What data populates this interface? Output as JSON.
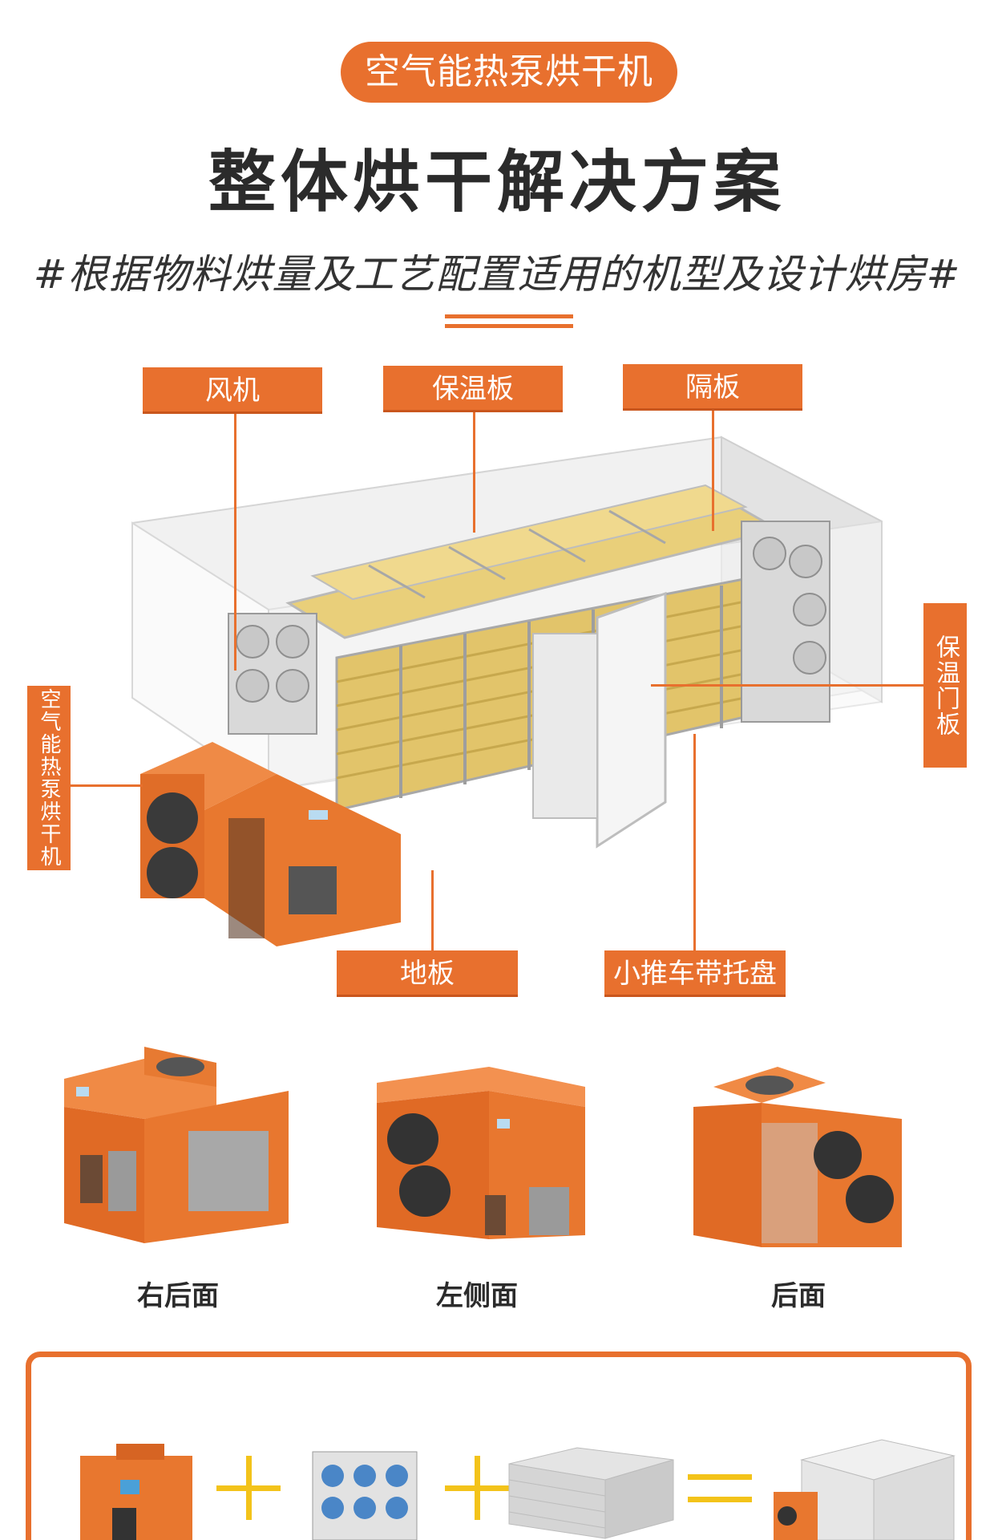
{
  "header": {
    "badge": "空气能热泵烘干机",
    "title": "整体烘干解决方案",
    "subtitle": "#根据物料烘量及工艺配置适用的机型及设计烘房#"
  },
  "labels": {
    "fan": "风机",
    "insulation_board": "保温板",
    "partition": "隔板",
    "insulated_door": "保温门板",
    "heat_pump": "空气能热泵烘干机",
    "floor": "地板",
    "cart": "小推车带托盘"
  },
  "views": {
    "right_rear": "右后面",
    "left_side": "左侧面",
    "rear": "后面"
  },
  "colors": {
    "accent": "#e8702e",
    "yellow": "#f3c31a"
  }
}
